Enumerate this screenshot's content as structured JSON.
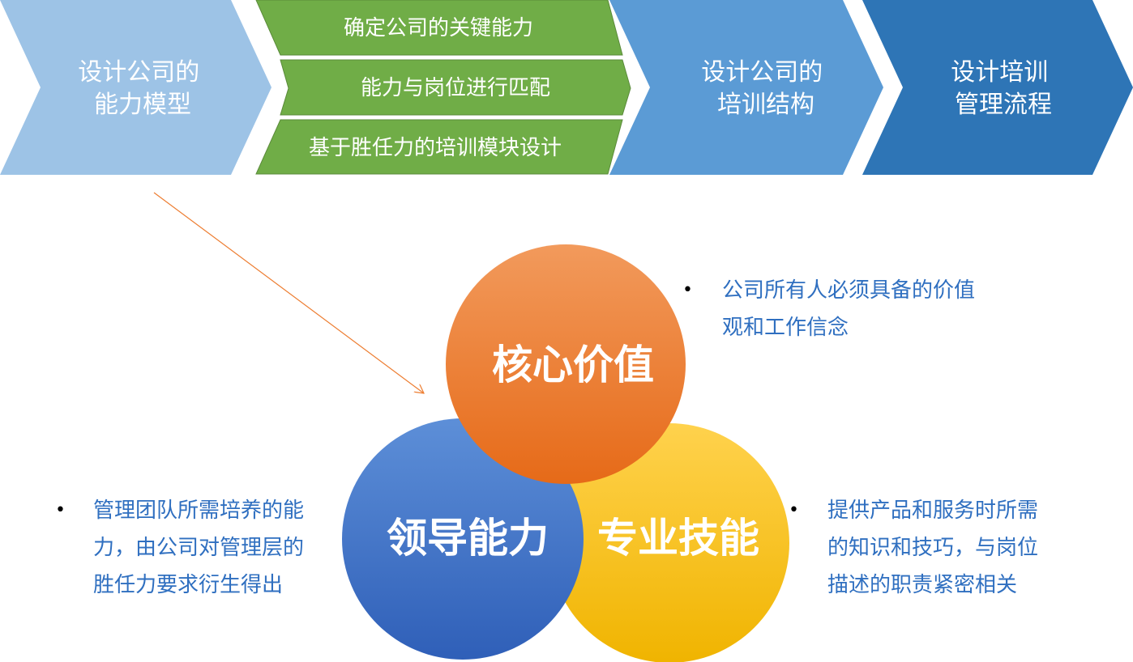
{
  "process_steps": [
    {
      "lines": [
        "设计公司的",
        "能力模型"
      ]
    },
    {
      "lines": [
        "设计公司的",
        "培训结构"
      ]
    },
    {
      "lines": [
        "设计培训",
        "管理流程"
      ]
    }
  ],
  "sub_steps": [
    "确定公司的关键能力",
    "能力与岗位进行匹配",
    "基于胜任力的培训模块设计"
  ],
  "circles": {
    "core_values": "核心价值",
    "leadership": "领导能力",
    "professional_skills": "专业技能"
  },
  "descriptions": {
    "core_values": {
      "bullet": "•",
      "lines": [
        "公司所有人必须具备的价值",
        "观和工作信念"
      ]
    },
    "leadership": {
      "bullet": "•",
      "lines": [
        "管理团队所需培养的能",
        "力，由公司对管理层的",
        "胜任力要求衍生得出"
      ]
    },
    "professional_skills": {
      "bullet": "•",
      "lines": [
        "提供产品和服务时所需",
        "的知识和技巧，与岗位",
        "描述的职责紧密相关"
      ]
    }
  },
  "colors": {
    "step1": "#9dc3e6",
    "step2": "#5b9bd5",
    "step3": "#2e75b6",
    "green": "#70ad47",
    "orange": "#ed7d31",
    "blue": "#4472c4",
    "yellow": "#ffc000",
    "text_blue": "#2f6fc0"
  }
}
